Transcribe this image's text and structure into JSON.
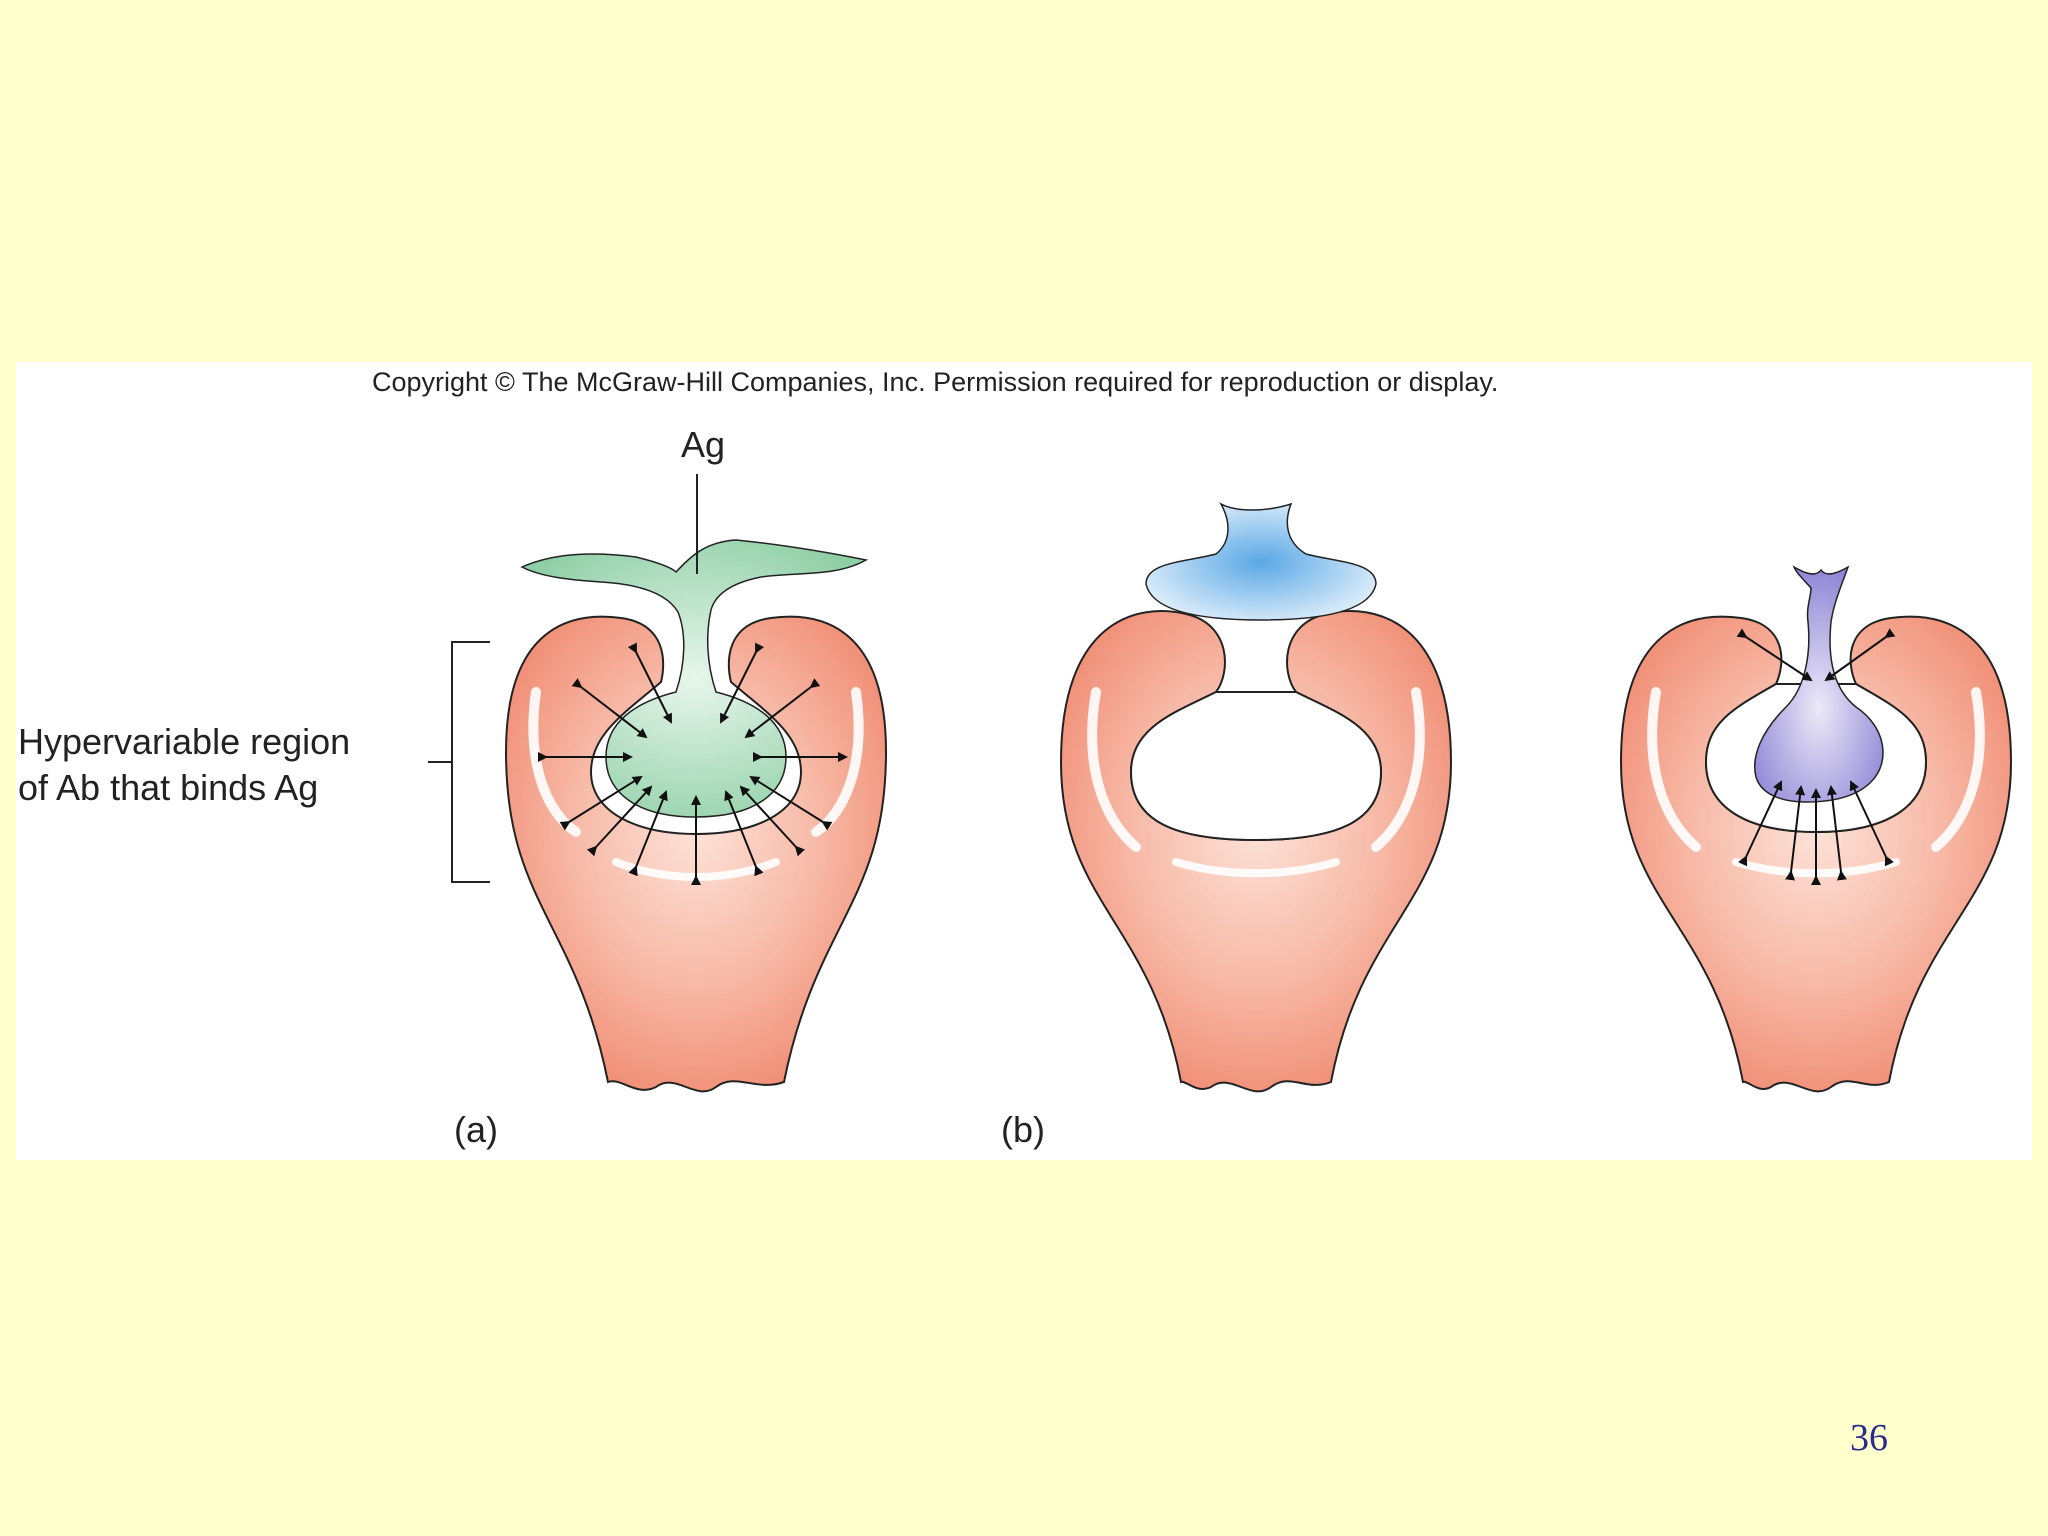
{
  "figure": {
    "copyright": "Copyright © The McGraw-Hill Companies, Inc. Permission required for reproduction or display.",
    "ag_label": "Ag",
    "region_label_line1": "Hypervariable region",
    "region_label_line2": "of Ab that binds Ag",
    "panel_a_label": "(a)",
    "panel_b_label": "(b)"
  },
  "colors": {
    "slide_background": "#ffffcc",
    "antibody": "#f29a84",
    "antigen_a": "#9fd6b3",
    "antigen_b_left": "#7bb8e6",
    "antigen_b_right": "#8f86d6"
  },
  "slide_number": "36"
}
